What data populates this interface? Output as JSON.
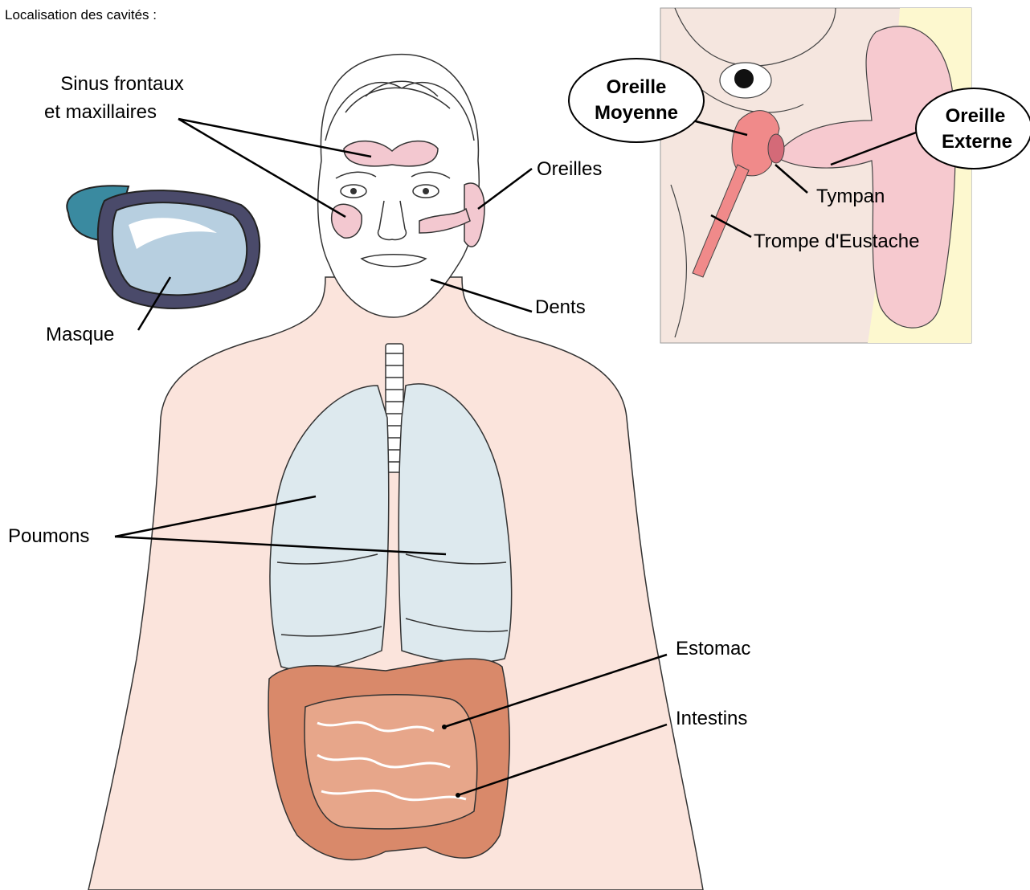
{
  "title": "Localisation des cavités :",
  "labels": {
    "sinus_line1": "Sinus frontaux",
    "sinus_line2": "et maxillaires",
    "oreilles": "Oreilles",
    "masque": "Masque",
    "dents": "Dents",
    "poumons": "Poumons",
    "estomac": "Estomac",
    "intestins": "Intestins"
  },
  "inset": {
    "oreille_moyenne_line1": "Oreille",
    "oreille_moyenne_line2": "Moyenne",
    "oreille_externe_line1": "Oreille",
    "oreille_externe_line2": "Externe",
    "tympan": "Tympan",
    "trompe": "Trompe d'Eustache"
  },
  "colors": {
    "skin": "#fbe4dc",
    "sinus": "#f3c8d0",
    "lungs": "#dde9ee",
    "intestine": "#e7a68a",
    "colon": "#d9896a",
    "inset_bg": "#f5e6df",
    "inset_yellow": "#fdf8cf",
    "ear": "#f6c9cf",
    "middle_ear": "#f08a8a",
    "mask_strap": "#3a8aa0",
    "mask_frame": "#4a4a6a"
  }
}
